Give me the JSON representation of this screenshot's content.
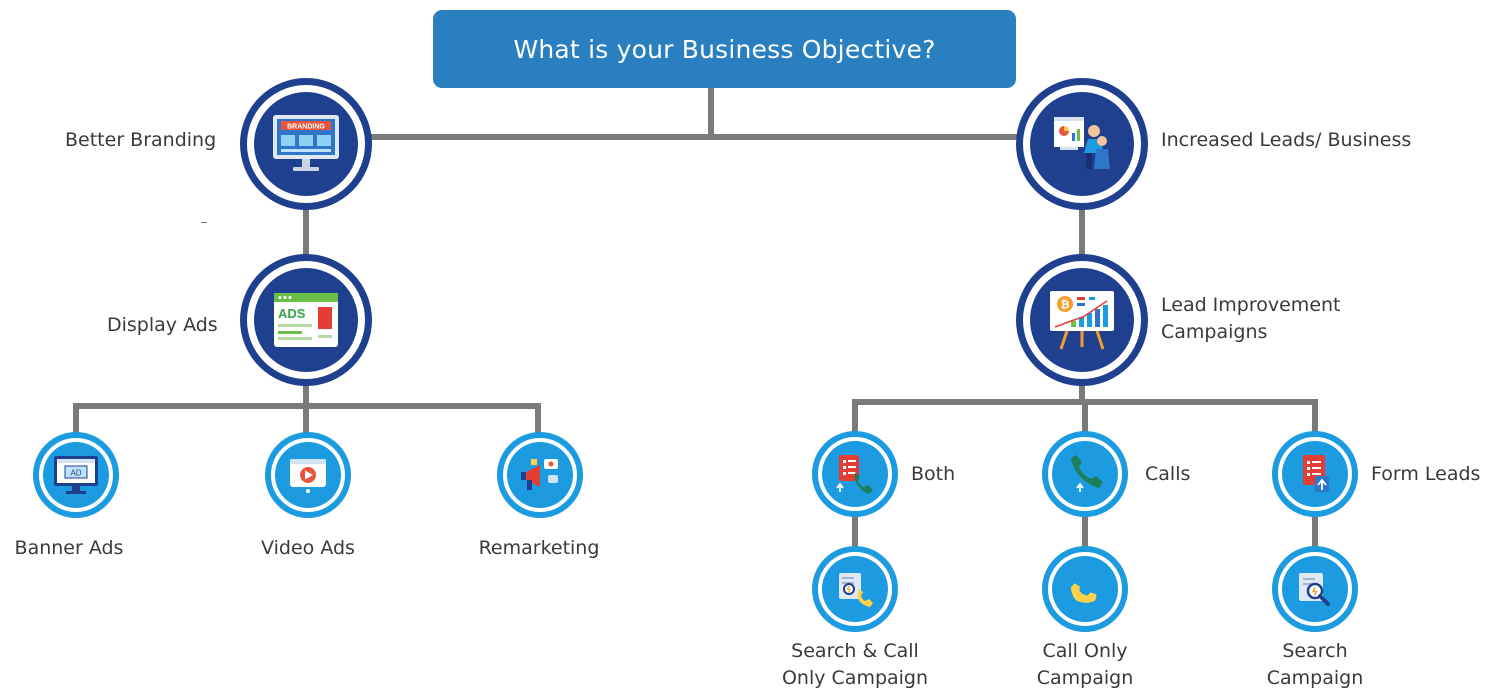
{
  "title": "What is your Business Objective?",
  "colors": {
    "root_fill": "#2a7fc1",
    "primary_ring": "#1f3f8f",
    "secondary_ring": "#1d9be0",
    "connector": "#7a7a7a"
  },
  "branches": {
    "branding": {
      "label": "Better Branding",
      "icon": "branding-monitor-icon",
      "icon_text": "BRANDING",
      "child": {
        "label": "Display Ads",
        "icon": "ads-browser-icon",
        "icon_text": "ADS",
        "children": [
          {
            "label": "Banner Ads",
            "icon": "banner-monitor-icon",
            "icon_text": "AD"
          },
          {
            "label": "Video Ads",
            "icon": "video-play-icon"
          },
          {
            "label": "Remarketing",
            "icon": "megaphone-icon"
          }
        ]
      }
    },
    "leads": {
      "label": "Increased Leads/ Business",
      "icon": "presentation-people-icon",
      "child": {
        "label_line1": "Lead Improvement",
        "label_line2": "Campaigns",
        "icon": "bitcoin-easel-icon",
        "children": [
          {
            "label": "Both",
            "icon": "form-phone-icon",
            "campaign": {
              "line1": "Search & Call",
              "line2": "Only Campaign",
              "icon": "search-call-icon"
            }
          },
          {
            "label": "Calls",
            "icon": "phone-icon",
            "campaign": {
              "line1": "Call Only",
              "line2": "Campaign",
              "icon": "phone-handset-icon"
            }
          },
          {
            "label": "Form Leads",
            "icon": "form-icon",
            "campaign": {
              "line1": "Search",
              "line2": "Campaign",
              "icon": "search-document-icon"
            }
          }
        ]
      }
    }
  }
}
